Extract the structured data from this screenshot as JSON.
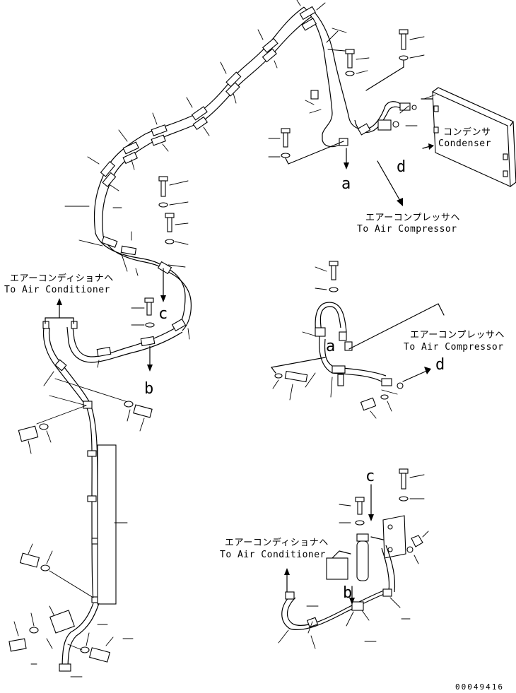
{
  "labels": {
    "condenser_jp": "コンデンサ",
    "condenser_en": "Condenser",
    "compressor1_jp": "エアーコンプレッサヘ",
    "compressor1_en": "To Air Compressor",
    "compressor2_jp": "エアーコンプレッサヘ",
    "compressor2_en": "To Air Compressor",
    "conditioner1_jp": "エアーコンディショナヘ",
    "conditioner1_en": "To Air Conditioner",
    "conditioner2_jp": "エアーコンディショナヘ",
    "conditioner2_en": "To Air Conditioner"
  },
  "refs": {
    "a1": "a",
    "a2": "a",
    "b1": "b",
    "b2": "b",
    "c1": "c",
    "c2": "c",
    "d1": "d",
    "d2": "d"
  },
  "doc_id": "00049416"
}
